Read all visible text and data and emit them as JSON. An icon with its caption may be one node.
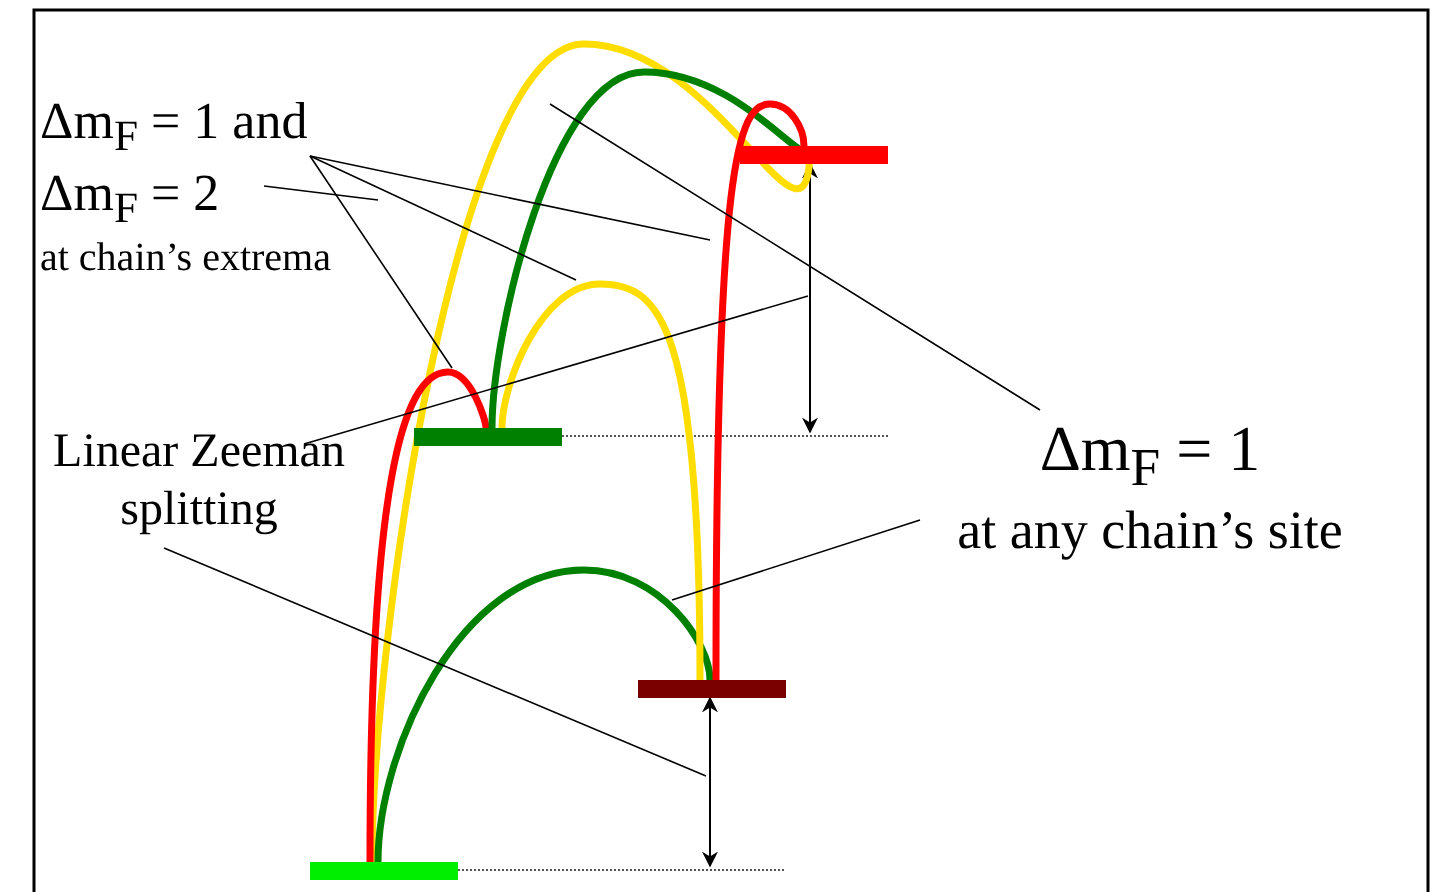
{
  "diagram": {
    "nodes": [
      {
        "text": [],
        "shape": "bar"
      },
      {
        "text": [],
        "shape": "bar"
      },
      {
        "text": [],
        "shape": "bar"
      },
      {
        "text": [],
        "shape": "bar"
      },
      {
        "text": [
          "Δm$_{F}$ = 1 and",
          "Δm$_{F}$ = 2",
          "at chain’s extrema"
        ]
      },
      {
        "text": [
          "Linear Zeeman splitting"
        ]
      },
      {
        "text": [
          "Δm$_{F}$ = 1",
          "at any chain’s site"
        ]
      }
    ],
    "edges": [
      {
        "from": 0,
        "to": 3,
        "arrow": "none",
        "style": "thick",
        "color": "#ffdd00"
      },
      {
        "from": 0,
        "to": 1,
        "arrow": "none",
        "style": "thick",
        "color": "#ff0000"
      },
      {
        "from": 0,
        "to": 2,
        "arrow": "none",
        "style": "thick",
        "color": "#008000"
      },
      {
        "from": 1,
        "to": 3,
        "arrow": "none",
        "style": "thick",
        "color": "#008000"
      },
      {
        "from": 1,
        "to": 2,
        "arrow": "none",
        "style": "thick",
        "color": "#ffdd00"
      },
      {
        "from": 2,
        "to": 3,
        "arrow": "none",
        "style": "thick",
        "color": "#ff0000"
      },
      {
        "from": 4,
        "to": null,
        "arrow": "none"
      },
      {
        "from": 4,
        "to": null,
        "arrow": "none"
      },
      {
        "from": 4,
        "to": null,
        "arrow": "none"
      },
      {
        "from": 4,
        "to": null,
        "arrow": "none"
      },
      {
        "from": 5,
        "to": null,
        "arrow": "none"
      },
      {
        "from": 5,
        "to": null,
        "arrow": "none"
      },
      {
        "from": 6,
        "to": null,
        "arrow": "none"
      },
      {
        "from": 6,
        "to": null,
        "arrow": "none"
      }
    ]
  }
}
